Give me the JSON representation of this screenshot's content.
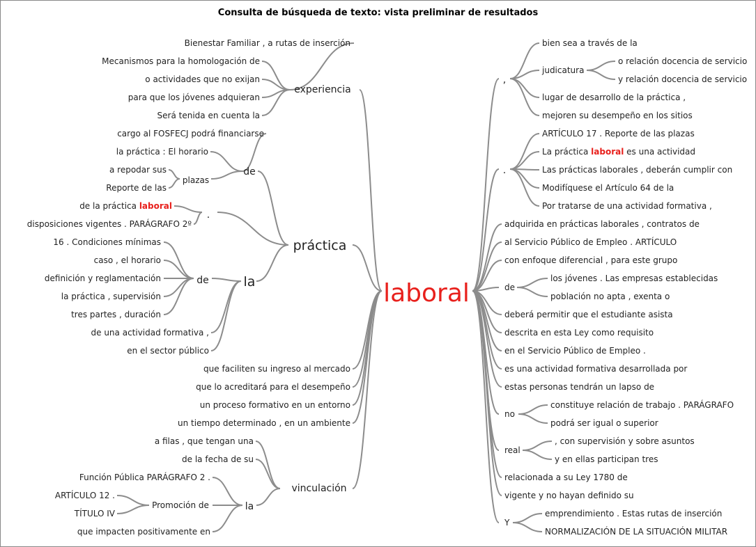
{
  "title": "Consulta de búsqueda de texto: vista preliminar de resultados",
  "center": "laboral",
  "colors": {
    "highlight": "#e8201c",
    "edge": "#8c8c8c",
    "text": "#222222"
  },
  "left": {
    "experiencia": {
      "label": "experiencia",
      "leaves": [
        "Bienestar Familiar , a rutas de inserción",
        "Mecanismos para la homologación de",
        "o actividades que no exijan",
        "para que los jóvenes adquieran",
        "Será tenida en cuenta la"
      ]
    },
    "practica": {
      "label": "práctica",
      "de": {
        "label": "de",
        "leaf": "cargo al FOSFECJ podrá financiarse",
        "plazas": {
          "label": "plazas",
          "leaves": [
            "la práctica : El horario",
            "a repodar sus",
            "Reporte de las"
          ]
        }
      },
      "dot": {
        "label": ".",
        "leaf_prefix": "de la práctica ",
        "leaf_highlight": "laboral",
        "leaf2": "disposiciones vigentes . PARÁGRAFO 2º"
      },
      "la": {
        "label": "la",
        "de": {
          "label": "de",
          "leaves": [
            "16 . Condiciones mínimas",
            "caso , el horario",
            "definición y reglamentación",
            "la práctica , supervisión",
            "tres partes , duración"
          ]
        },
        "leaves": [
          "de una actividad formativa ,",
          "en el sector público"
        ]
      }
    },
    "direct": [
      "que faciliten su ingreso al mercado",
      "que lo acreditará para el desempeño",
      "un proceso formativo en un entorno",
      "un tiempo determinado , en un ambiente"
    ],
    "vinculacion": {
      "label": "vinculación",
      "leaves": [
        "a filas , que tengan una",
        "de la fecha de su"
      ],
      "la": {
        "label": "la",
        "leaf1": "Función Pública PARÁGRAFO 2 .",
        "promocion": {
          "label": "Promoción de",
          "leaves": [
            "ARTÍCULO 12 .",
            "TÍTULO IV"
          ]
        },
        "leaf2": "que impacten positivamente en"
      }
    }
  },
  "right": {
    "comma": {
      "label": ",",
      "leaf1": "bien sea a través de la",
      "judicatura": {
        "label": "judicatura",
        "leaves": [
          "o relación docencia de servicio",
          "y relación docencia de servicio"
        ]
      },
      "leaf2": "lugar de desarrollo de la práctica ,",
      "leaf3": "mejoren su desempeño en los sitios"
    },
    "dot": {
      "label": ".",
      "leaf1": "ARTÍCULO 17 . Reporte de las plazas",
      "leaf2_prefix": "La práctica ",
      "leaf2_highlight": "laboral",
      "leaf2_suffix": " es una actividad",
      "leaf3": "Las prácticas laborales , deberán cumplir con",
      "leaf4": "Modifíquese el Artículo 64 de la",
      "leaf5": "Por tratarse de una actividad formativa ,"
    },
    "direct1": [
      "adquirida en prácticas laborales , contratos de",
      "al Servicio Público de Empleo . ARTÍCULO",
      "con enfoque diferencial , para este grupo"
    ],
    "de": {
      "label": "de",
      "leaves": [
        "los jóvenes . Las empresas establecidas",
        "población no apta , exenta o"
      ]
    },
    "direct2": [
      "deberá permitir que el estudiante asista",
      "descrita en esta Ley como requisito",
      "en el Servicio Público de Empleo .",
      "es una actividad formativa desarrollada por",
      "estas personas tendrán un lapso de"
    ],
    "no": {
      "label": "no",
      "leaves": [
        "constituye relación de trabajo . PARÁGRAFO",
        "podrá ser igual o superior"
      ]
    },
    "real": {
      "label": "real",
      "leaves": [
        ", con supervisión y sobre asuntos",
        "y en ellas participan tres"
      ]
    },
    "direct3": [
      "relacionada a su Ley 1780 de",
      "vigente y no hayan definido su"
    ],
    "y": {
      "label": "Y",
      "leaves": [
        "emprendimiento . Estas rutas de inserción",
        "NORMALIZACIÓN DE LA SITUACIÓN MILITAR"
      ]
    }
  }
}
